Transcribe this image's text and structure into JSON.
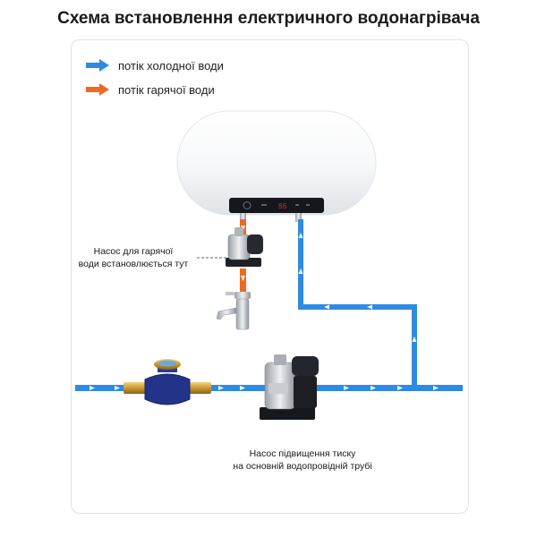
{
  "title": "Схема встановлення електричного водонагрівача",
  "legend": [
    {
      "label": "потік холодної води",
      "color": "#2f8ae4"
    },
    {
      "label": "потік гарячої води",
      "color": "#ee6a23"
    }
  ],
  "heater": {
    "display": "55"
  },
  "annotations": {
    "hot_pump_line1": "Насос для гарячої",
    "hot_pump_line2": "води встановлюється тут",
    "booster_line1": "Насос підвищення тиску",
    "booster_line2": "на основній водопровідній трубі"
  },
  "colors": {
    "cold": "#2f8ae4",
    "hot": "#ee6a23",
    "heater_body": "#f4f5f7",
    "panel": "#14171c"
  },
  "icons": [
    "water-heater-icon",
    "water-meter-icon",
    "pump-icon",
    "faucet-icon",
    "arrow-icon"
  ]
}
